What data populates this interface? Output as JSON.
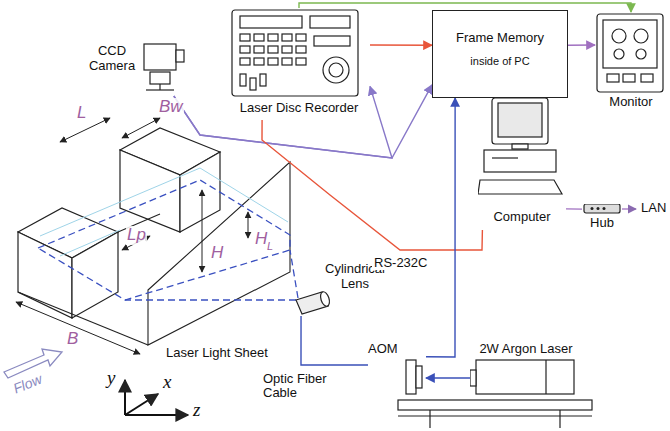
{
  "diagram": {
    "nodes": [
      {
        "text": [
          "CCD Camera"
        ]
      },
      {
        "text": [
          "Laser Disc Recorder"
        ]
      },
      {
        "text": [
          "Frame Memory",
          "inside of PC"
        ]
      },
      {
        "text": [
          "Monitor"
        ]
      },
      {
        "text": [
          "Computer"
        ]
      },
      {
        "text": [
          "Hub"
        ]
      },
      {
        "text": [
          "AOM"
        ]
      },
      {
        "text": [
          "2W Argon Laser"
        ]
      },
      {
        "text": [
          "Cylindrical Lens"
        ]
      }
    ],
    "edges": [
      {
        "from": 0,
        "to": 1,
        "arrow": "to"
      },
      {
        "from": 0,
        "to": 2,
        "arrow": "to"
      },
      {
        "from": 1,
        "to": 2,
        "arrow": "to"
      },
      {
        "from": 1,
        "to": 3,
        "arrow": "to"
      },
      {
        "from": 2,
        "to": 3,
        "arrow": "to"
      },
      {
        "from": 4,
        "to": 1,
        "label": "RS-232C",
        "arrow": "none"
      },
      {
        "from": 4,
        "to": 5,
        "arrow": "none"
      },
      {
        "from": 6,
        "to": 2,
        "arrow": "to"
      },
      {
        "from": 7,
        "to": 6,
        "arrow": "to"
      },
      {
        "from": 6,
        "to": 8,
        "arrow": "none"
      }
    ],
    "labels": [
      "L",
      "Bw",
      "Lp",
      "H",
      "L",
      "H",
      "B",
      "Laser Light Sheet",
      "Flow",
      "y",
      "x",
      "z",
      "Optic Fiber Cable",
      "LAN"
    ]
  }
}
